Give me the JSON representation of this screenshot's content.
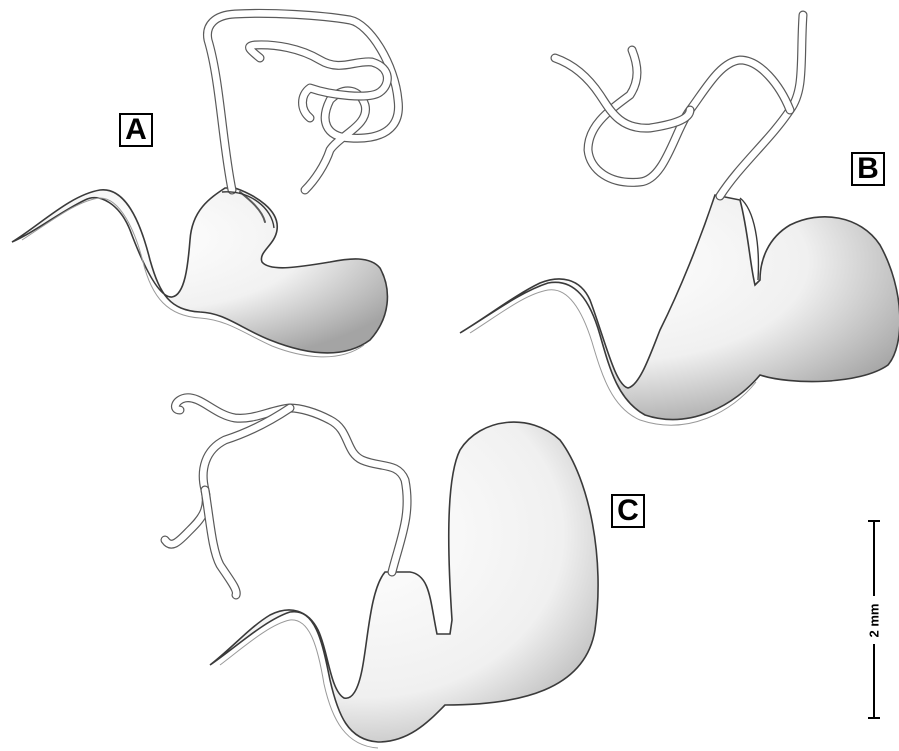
{
  "figure": {
    "panels": [
      {
        "id": "A",
        "label": "A"
      },
      {
        "id": "B",
        "label": "B"
      },
      {
        "id": "C",
        "label": "C"
      }
    ],
    "scale_bar": {
      "label": "2 mm",
      "length_mm": 2
    },
    "colors": {
      "outline": "#3a3a3a",
      "shade_light": "#ffffff",
      "shade_dark": "#a8a8a8",
      "duct_fill": "#ffffff"
    }
  }
}
